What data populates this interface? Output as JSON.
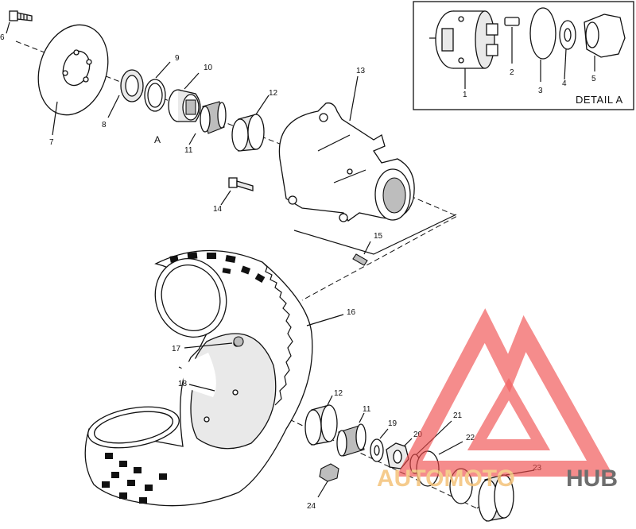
{
  "detail": {
    "title": "DETAIL A",
    "callouts": [
      "1",
      "2",
      "3",
      "4",
      "5"
    ]
  },
  "view_marker": "A",
  "callouts": {
    "c6": "6",
    "c7": "7",
    "c8": "8",
    "c9": "9",
    "c10": "10",
    "c11a": "11",
    "c12a": "12",
    "c13": "13",
    "c14": "14",
    "c15": "15",
    "c16": "16",
    "c17": "17",
    "c18": "18",
    "c12b": "12",
    "c11b": "11",
    "c19": "19",
    "c20": "20",
    "c21": "21",
    "c22": "22",
    "c23": "23",
    "c24": "24"
  },
  "watermark": {
    "part1": "AUTOMOTO",
    "part2": "HUB",
    "colors": {
      "logo": "#ef4b4b",
      "auto": "#f4c27a",
      "hub": "#555555"
    }
  }
}
